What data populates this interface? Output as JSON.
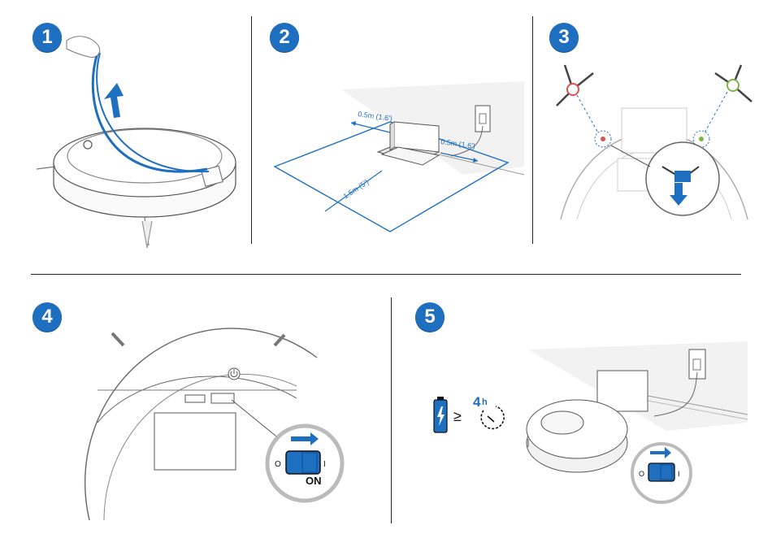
{
  "steps": [
    {
      "number": "1"
    },
    {
      "number": "2"
    },
    {
      "number": "3"
    },
    {
      "number": "4"
    },
    {
      "number": "5"
    }
  ],
  "step2": {
    "dist_left": "0.5m (1.6')",
    "dist_right": "0.5m (1.6')",
    "dist_front": "1.5m (5')"
  },
  "step4": {
    "switch_on_label": "ON",
    "switch_off_mark": "O",
    "switch_on_mark": "I"
  },
  "step5": {
    "comparator": "≥",
    "charge_time": "4",
    "charge_unit": "h",
    "switch_off_mark": "O",
    "switch_on_mark": "I"
  },
  "colors": {
    "accent": "#1f6fc0",
    "line": "#555555",
    "red_brush": "#d9534f",
    "green_brush": "#7ab648"
  }
}
